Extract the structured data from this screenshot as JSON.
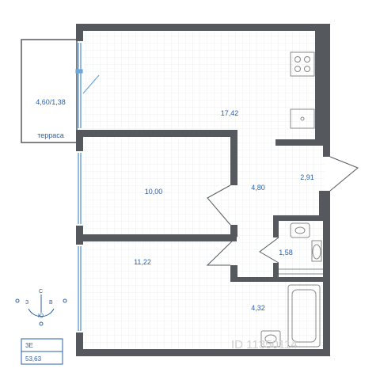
{
  "plan": {
    "rooms": [
      {
        "id": "living",
        "area": "17,42"
      },
      {
        "id": "terrace",
        "area": "4,60/1,38",
        "name": "терраса"
      },
      {
        "id": "bedroom1",
        "area": "10,00"
      },
      {
        "id": "bedroom2",
        "area": "11,22"
      },
      {
        "id": "hall",
        "area": "4,80"
      },
      {
        "id": "entry",
        "area": "2,91"
      },
      {
        "id": "wc",
        "area": "1,58"
      },
      {
        "id": "bath",
        "area": "4,32"
      }
    ]
  },
  "compass": {
    "north": "С",
    "south": "Ю",
    "east": "В",
    "west": "З"
  },
  "info": {
    "unit_code": "3Е",
    "total_area": "53,63"
  },
  "watermark": "ID 11350114",
  "colors": {
    "wall": "#55595e",
    "text": "#2a5fa8",
    "window": "#6aa6d8",
    "grid": "#eef0f2",
    "fixture": "#888888"
  }
}
